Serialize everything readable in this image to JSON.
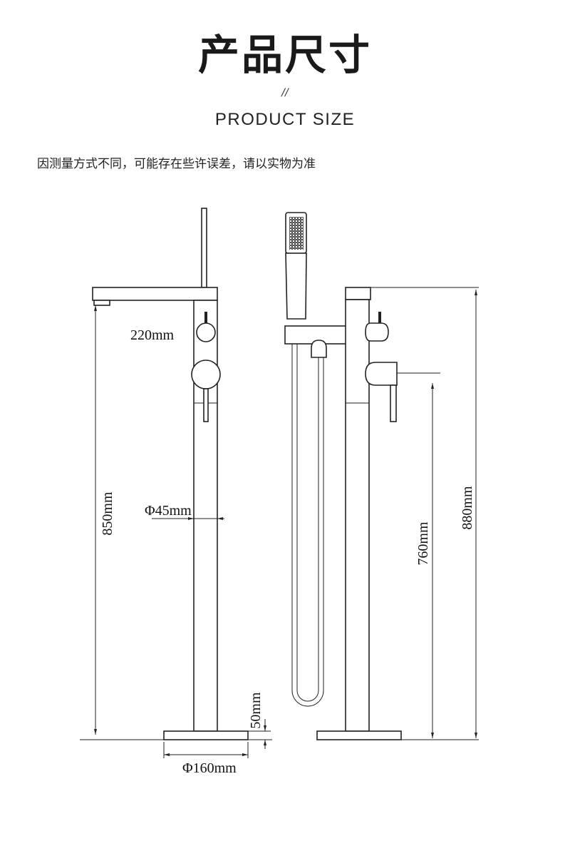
{
  "header": {
    "title": "产品尺寸",
    "divider": "//",
    "subtitle": "PRODUCT SIZE"
  },
  "note": "因测量方式不同，可能存在些许误差，请以实物为准",
  "front_view": {
    "spout_label": "220mm",
    "height_label": "850mm",
    "pipe_diameter_label": "Φ45mm",
    "base_thickness_label": "50mm",
    "base_diameter_label": "Φ160mm"
  },
  "side_view": {
    "handle_height_label": "760mm",
    "total_height_label": "880mm"
  },
  "colors": {
    "line": "#222222",
    "background": "#ffffff"
  }
}
